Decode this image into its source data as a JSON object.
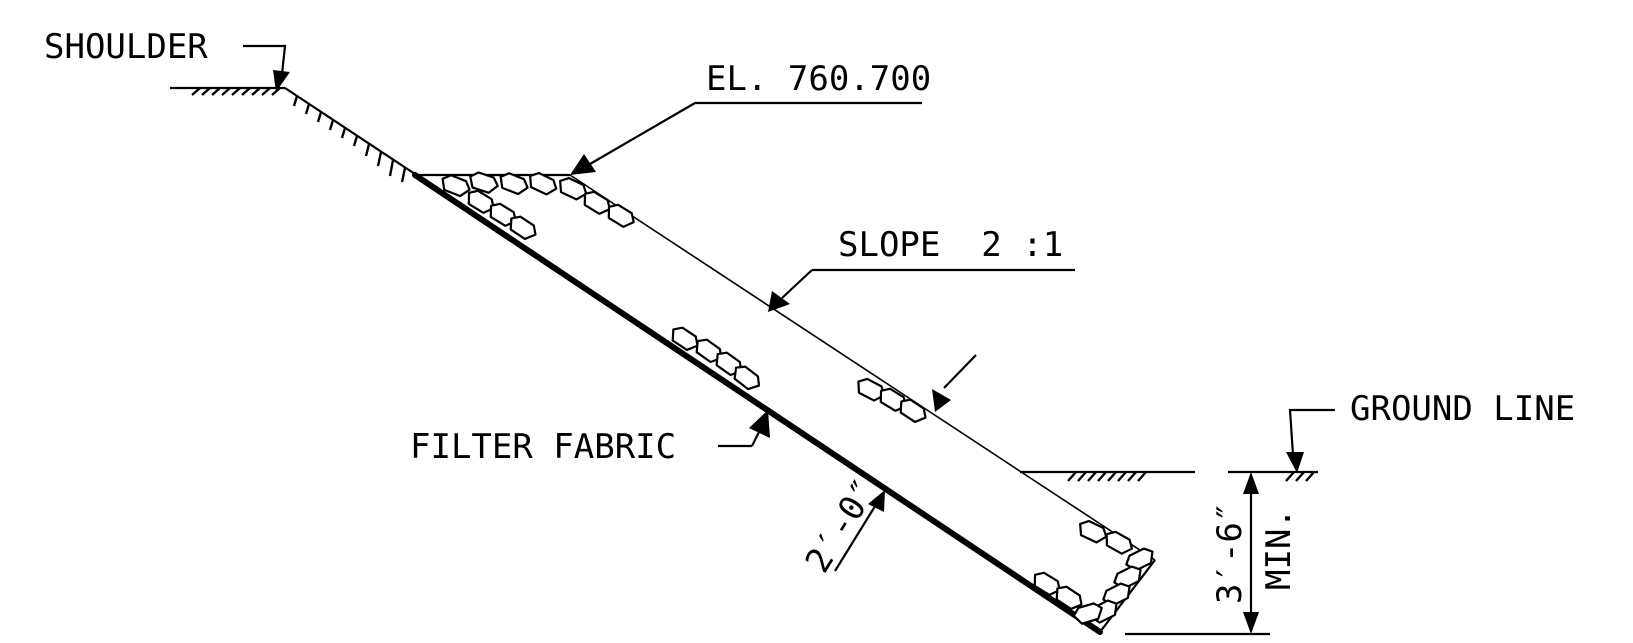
{
  "labels": {
    "shoulder": "SHOULDER",
    "elevation": "EL. 760.700",
    "slope": "SLOPE  2 :1",
    "ground_line": "GROUND LINE",
    "filter_fabric": "FILTER FABRIC",
    "thickness": "2′-0″",
    "depth": "3′-6″",
    "depth_min": "MIN."
  },
  "colors": {
    "ink": "#000000",
    "paper": "#ffffff"
  }
}
